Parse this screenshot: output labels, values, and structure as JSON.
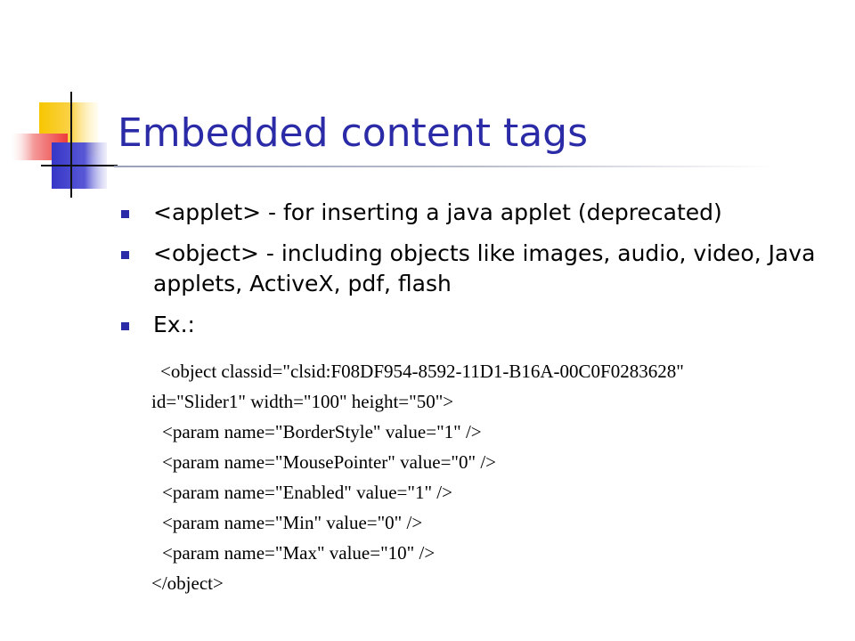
{
  "slide": {
    "title": "Embedded content tags",
    "bullets": [
      "<applet> - for inserting a java applet (deprecated)",
      "<object> - including objects like images, audio, video, Java applets, ActiveX, pdf, flash",
      "Ex.:"
    ],
    "code_lines": [
      "<object classid=\"clsid:F08DF954-8592-11D1-B16A-00C0F0283628\"",
      "id=\"Slider1\" width=\"100\" height=\"50\">",
      "<param name=\"BorderStyle\" value=\"1\" />",
      "<param name=\"MousePointer\" value=\"0\" />",
      "<param name=\"Enabled\" value=\"1\" />",
      "<param name=\"Min\" value=\"0\" />",
      "<param name=\"Max\" value=\"10\" />",
      "</object>"
    ]
  },
  "colors": {
    "title": "#2b2ba8",
    "bullet_marker": "#2b2ba8",
    "deco_yellow": "#f7c600",
    "deco_red": "#ee3b3b",
    "deco_blue": "#3636c8"
  }
}
